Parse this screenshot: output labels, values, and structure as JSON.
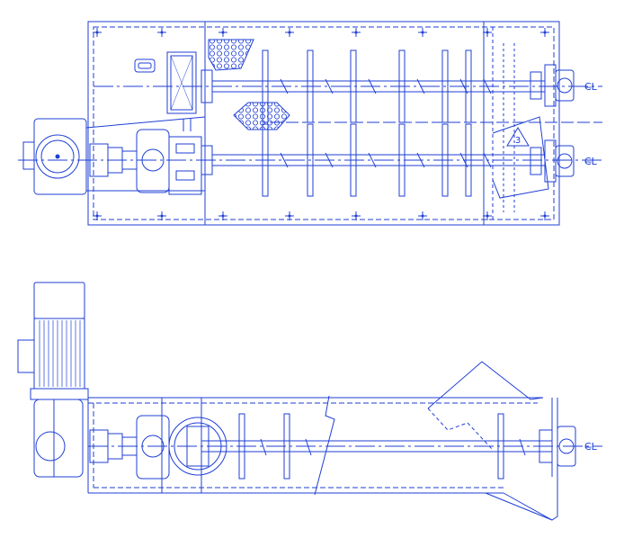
{
  "drawing": {
    "line_color": "#1f3fd6",
    "background": "#ffffff",
    "views": [
      "plan-view",
      "side-elevation-view"
    ],
    "labels": {
      "centerline_top_shaft": "C̶L",
      "centerline_bottom_shaft": "C̶L",
      "centerline_side_view": "C̶L",
      "detail_marker": "3"
    },
    "icons": {
      "centerline_symbol": "centerline-symbol-icon",
      "detail_triangle": "detail-triangle-icon",
      "mounting_point": "crosshair-mark-icon"
    }
  }
}
